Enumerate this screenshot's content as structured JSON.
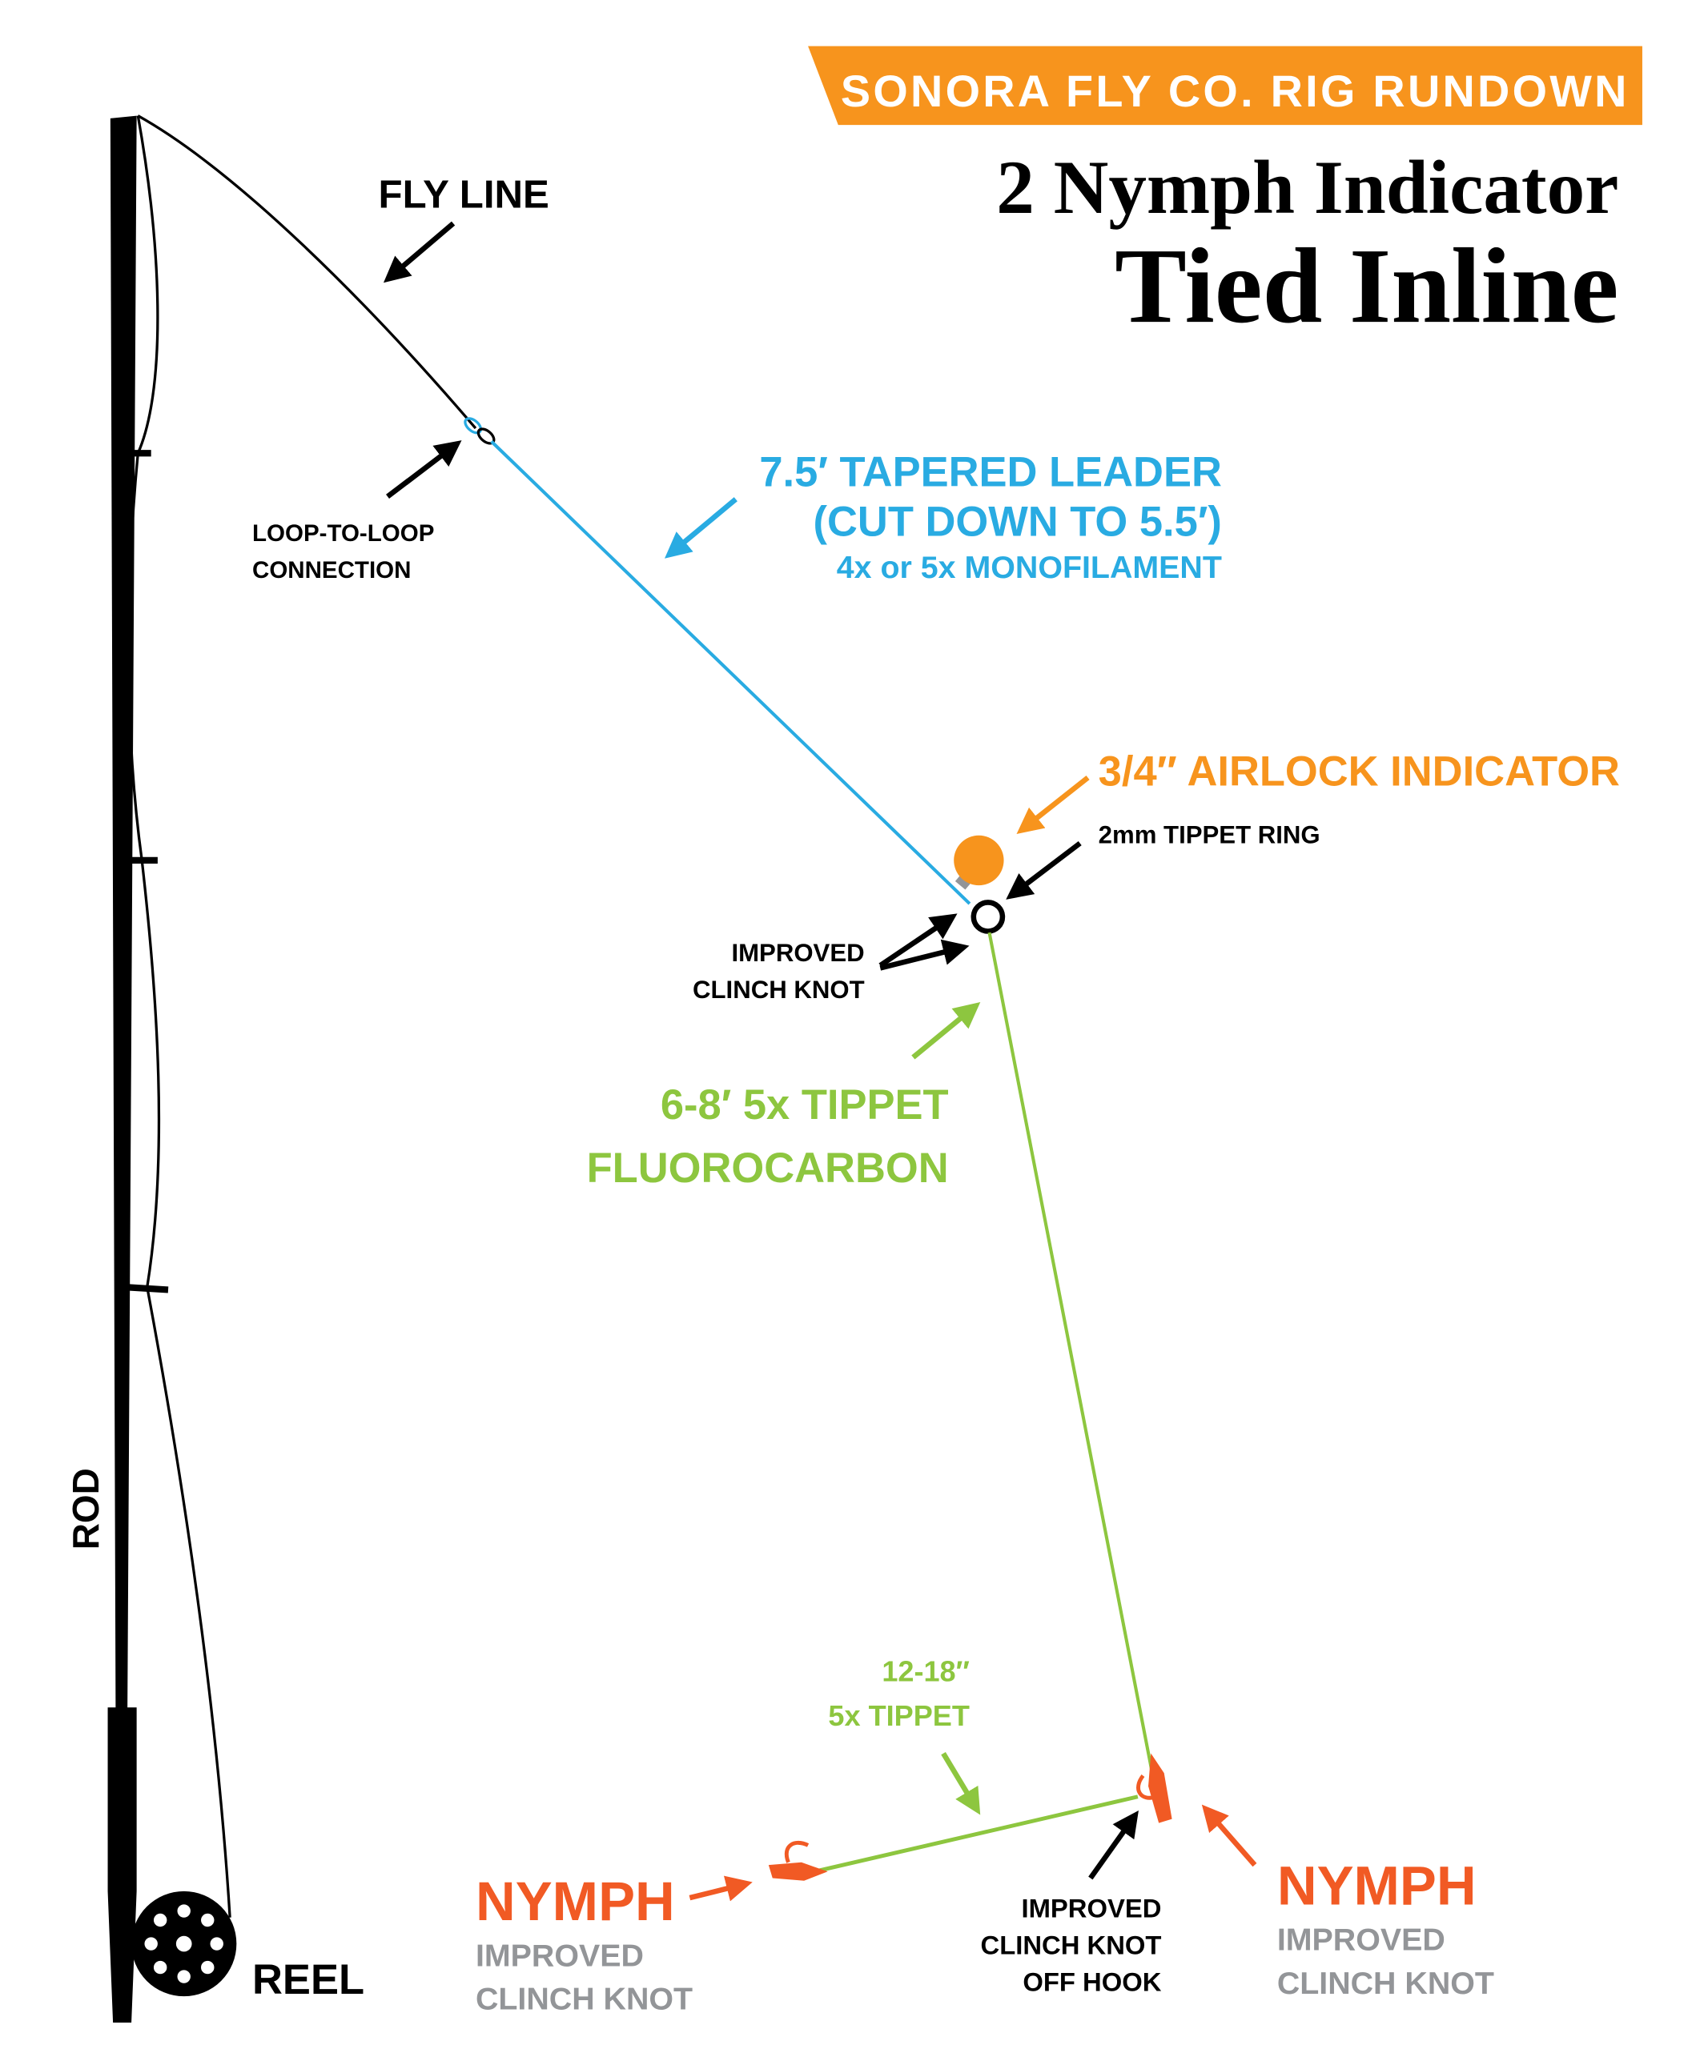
{
  "header": {
    "banner": "SONORA FLY CO. RIG RUNDOWN",
    "title_line1": "2 Nymph Indicator",
    "title_line2": "Tied Inline"
  },
  "colors": {
    "orange": "#f7941d",
    "blue": "#29abe2",
    "green": "#8dc63f",
    "red_orange": "#f15a24",
    "gray": "#939598",
    "black": "#000000"
  },
  "labels": {
    "fly_line": "FLY LINE",
    "loop_1": "LOOP-TO-LOOP",
    "loop_2": "CONNECTION",
    "leader_1": "7.5′ TAPERED LEADER",
    "leader_2": "(CUT DOWN TO 5.5′)",
    "leader_3": "4x or 5x MONOFILAMENT",
    "indicator": "3/4″ AIRLOCK INDICATOR",
    "ring": "2mm TIPPET RING",
    "clinch_1": "IMPROVED",
    "clinch_2": "CLINCH KNOT",
    "tippet_1": "6-8′ 5x TIPPET",
    "tippet_2": "FLUOROCARBON",
    "dropper_1": "12-18″",
    "dropper_2": "5x TIPPET",
    "rod": "ROD",
    "reel": "REEL",
    "nymph_left": "NYMPH",
    "nymph_left_knot_1": "IMPROVED",
    "nymph_left_knot_2": "CLINCH KNOT",
    "offhook_1": "IMPROVED",
    "offhook_2": "CLINCH KNOT",
    "offhook_3": "OFF HOOK",
    "nymph_right": "NYMPH",
    "nymph_right_knot_1": "IMPROVED",
    "nymph_right_knot_2": "CLINCH KNOT"
  }
}
